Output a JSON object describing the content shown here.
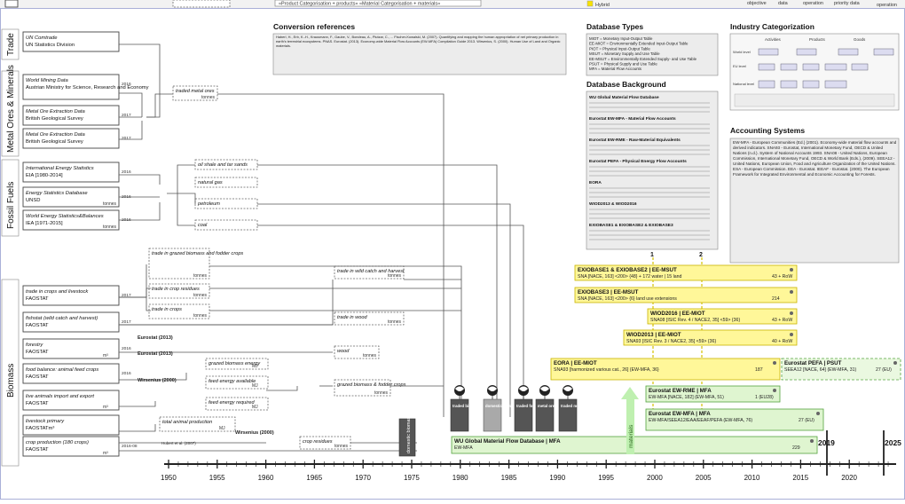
{
  "top_strip": {
    "left_text": "«Product Categorisation + products» «Material Categorisation + materials»",
    "legend_label": "Hybrid",
    "right_labels": [
      "objective",
      "data",
      "operation",
      "priority data",
      "operation"
    ]
  },
  "sections": [
    "Trade",
    "Metal Ores & Minerals",
    "Fossil Fuels",
    "Biomass"
  ],
  "sources": [
    {
      "name": "UN Comtrade",
      "org": "UN Statistics Division",
      "year": "",
      "unit": ""
    },
    {
      "name": "World Mining Data",
      "org": "Austrian Ministry for Science, Research and Economy",
      "year": "2016",
      "unit": ""
    },
    {
      "name": "Metal Ore Extraction Data",
      "org": "British Geological Survey",
      "year": "2017",
      "unit": ""
    },
    {
      "name": "Metal Ore Extraction Data",
      "org": "British Geological Survey",
      "year": "2017",
      "unit": ""
    },
    {
      "name": "International Energy Statistics",
      "org": "EIA [1980-2014]",
      "year": "2016",
      "unit": ""
    },
    {
      "name": "Energy Statistics Database",
      "org": "UNSD",
      "year": "2016",
      "unit": "tonnes"
    },
    {
      "name": "World Energy Statistics&Balances",
      "org": "IEA [1971-2015]",
      "year": "2016",
      "unit": "tonnes"
    },
    {
      "name": "trade in crops and livestock",
      "org": "FAOSTAT",
      "year": "2017",
      "unit": ""
    },
    {
      "name": "fishstat (wild catch and harvest)",
      "org": "FAOSTAT",
      "year": "2017",
      "unit": ""
    },
    {
      "name": "forestry",
      "org": "FAOSTAT",
      "year": "2016",
      "unit": "m³"
    },
    {
      "name": "food balance: animal feed crops",
      "org": "FAOSTAT",
      "year": "2016",
      "unit": ""
    },
    {
      "name": "live animals import and export",
      "org": "FAOSTAT",
      "year": "",
      "unit": "m³"
    },
    {
      "name": "livestock primary",
      "org": "FAOSTATm³",
      "year": "",
      "unit": ""
    },
    {
      "name": "crop production (180 crops)",
      "org": "FAOSTAT",
      "year": "2016-08",
      "unit": "m³"
    }
  ],
  "intermediates": [
    {
      "label": "traded metal ores",
      "unit": "tonnes"
    },
    {
      "label": "oil shale and tar sands",
      "unit": ""
    },
    {
      "label": "natural gas",
      "unit": ""
    },
    {
      "label": "petroleum",
      "unit": ""
    },
    {
      "label": "coal",
      "unit": ""
    },
    {
      "label": "trade in grazed biomass and fodder crops",
      "unit": "tonnes"
    },
    {
      "label": "trade in crop residues",
      "unit": "tonnes"
    },
    {
      "label": "trade in crops",
      "unit": "tonnes"
    },
    {
      "label": "trade in wild catch and harvest",
      "unit": "tonnes"
    },
    {
      "label": "trade in wood",
      "unit": "tonnes"
    },
    {
      "label": "wood",
      "unit": "tonnes"
    },
    {
      "label": "grazed biomass energy",
      "unit": "MJ"
    },
    {
      "label": "feed energy available",
      "unit": "MJ"
    },
    {
      "label": "feed energy required",
      "unit": "MJ"
    },
    {
      "label": "grazed biomass & fodder crops",
      "unit": "tonnes"
    },
    {
      "label": "total animal production",
      "unit": "MJ"
    },
    {
      "label": "crop residues",
      "unit": "tonnes"
    }
  ],
  "inline_refs": [
    "Eurostat (2013)",
    "Eurostat (2013)",
    "Wirsenius (2000)",
    "Wirsenius (2000)",
    "Hubert et al. (2007)"
  ],
  "conversion": {
    "title": "Conversion references",
    "text": "Haberl, H., Erb, K.-H., Krausmann, F., Gaube, V., Bondeau, A., Plutzar, C., ... Fischer-Kowalski, M. (2007). Quantifying and mapping the human appropriation of net primary production in earth's terrestrial ecosystems. PNAS. Eurostat. (2013). Economy-wide Material Flow Accounts (EW-MFA) Compilation Guide 2013. Wirsenius, S. (2000). Human Use of Land and Organic materials."
  },
  "db_types": {
    "title": "Database Types",
    "items": [
      "MIOT = Monetary Input-Output Table",
      "EE-MIOT = Environmentally Extended Input-Output Table",
      "PIOT = Physical Input-Output Table",
      "MSUT = Monetary Supply and Use Table",
      "EE-MSUT = Environmentally Extended Supply- and Use Table",
      "PSUT = Physical Supply and Use Table",
      "MFA = Material Flow Accounts"
    ]
  },
  "db_background": {
    "title": "Database Background",
    "items": [
      "WU Global Material Flow Database",
      "Eurostat EW-MFA - Material Flow Accounts",
      "Eurostat EW-RME - Raw-Material Equivalents",
      "Eurostat PEFA - Physical Energy Flow Accounts",
      "EORA",
      "WIOD2013 & WIOD2016",
      "EXIOBASE1 & EXIOBASE2 & EXIOBASE3"
    ]
  },
  "industry": {
    "title": "Industry Categorization",
    "cols": [
      "Activities",
      "Products",
      "Goods"
    ],
    "rows": [
      "World level",
      "EU level",
      "National level"
    ]
  },
  "accounting": {
    "title": "Accounting Systems",
    "text": "EW-MFA - European Communities (Ed.) (2001). Economy-wide material flow accounts and derived indicators. SNA93 - Eurostat, International Monetary Fund, OECD & United Nations (n.d.). System of National Accounts 1993. SNA08 - United Nations, European Commission, International Monetary Fund, OECD & World Bank (Eds.), (2009). SEEA12 - United Nations, European Union, Food and Agriculture Organization of the United Nations. ESA - European Commission. EEA - Eurostat. IEEAF - Eurostat. (2000). The European Framework for Integrated Environmental and Economic Accounting for Forests."
  },
  "databases": [
    {
      "title": "EXIOBASE1 & EXIOBASE2 | EE-MSUT",
      "sub": "SNA [NACE, 163] <200> {48} + 172 water | 15 land",
      "right": "43 + RoW"
    },
    {
      "title": "EXIOBASE3 | EE-MSUT",
      "sub": "SNA [NACE, 163] <200> {6} land use extensions",
      "right": "214"
    },
    {
      "title": "WIOD2016 | EE-MIOT",
      "sub": "SNA08 [ISIC Rev. 4 / NACE2, 35] <59> {36}",
      "right": "43 + RoW"
    },
    {
      "title": "WIOD2013 | EE-MIOT",
      "sub": "SNA93 [ISIC Rev. 3 / NACE2, 35] <59> {36}",
      "right": "40 + RoW"
    },
    {
      "title": "EORA | EE-MIOT",
      "sub": "SNA93 [harmonized various cat., 26] {EW-MFA, 36}",
      "right": "187"
    },
    {
      "title": "Eurostat PEFA | PSUT",
      "sub": "SEEA12 [NACE, 64] (EW-MFA, 31)",
      "right": "27 (EU)"
    },
    {
      "title": "Eurostat EW-RME | MFA",
      "sub": "EW-MFA [NACE, 182] (EW-MFA, 51)",
      "right": "1 (EU28)"
    },
    {
      "title": "Eurostat EW-MFA | MFA",
      "sub": "EW-MFA/SEEA12/EAA/EEAF/PEFA (EW-MFA, 76)",
      "right": "27 (EU)"
    },
    {
      "title": "WU Global Material Flow Database | MFA",
      "sub": "EW-MFA",
      "right": "229"
    }
  ],
  "traded_labels": [
    "traded biomass",
    "domestic fossil fuels",
    "traded fossil fuels",
    "metal ores",
    "traded metal ores"
  ],
  "domestic_label": "domestic biomass",
  "materials_label": "materials",
  "markers": [
    "1",
    "2"
  ],
  "axis": {
    "ticks": [
      "1950",
      "1955",
      "1960",
      "1965",
      "1970",
      "1975",
      "1980",
      "1985",
      "1990",
      "1995",
      "2000",
      "2005",
      "2010",
      "2015",
      "2020"
    ],
    "highlight": [
      "2019",
      "2025"
    ]
  }
}
